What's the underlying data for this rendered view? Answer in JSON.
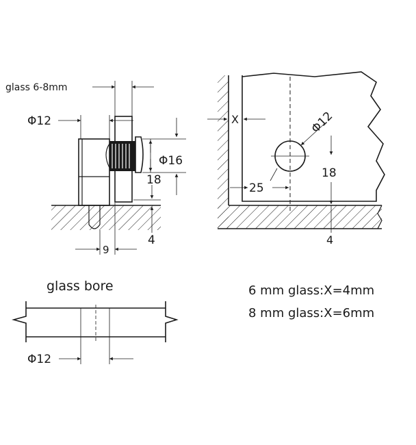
{
  "diagram": {
    "labels": {
      "glass_thickness": "glass 6-8mm",
      "dia12_left": "Φ12",
      "dia16": "Φ16",
      "dim18_left": "18",
      "dim4_left": "4",
      "dim9": "9",
      "x_mark": "X",
      "dia12_right": "Φ12",
      "dim25": "25",
      "dim18_right": "18",
      "dim4_right": "4",
      "glass_bore_title": "glass bore",
      "dia12_bore": "Φ12",
      "note_6mm": "6 mm glass:X=4mm",
      "note_8mm": "8 mm glass:X=6mm"
    }
  }
}
